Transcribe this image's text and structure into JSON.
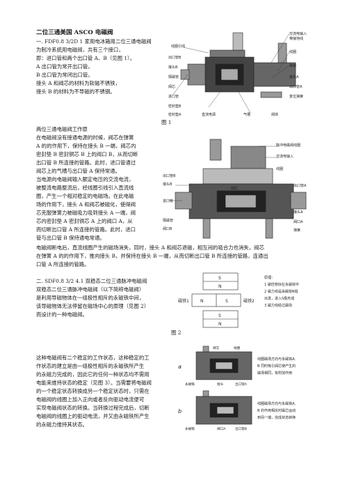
{
  "title": "二位三通美国 ASCO 电磁阀",
  "sec1": [
    "一.   FDF0.8  3/2D 1  家用电冰箱用二位三通电磁阀",
    "为制冷系统用电磁阀，共有三个接口，",
    "即：进口管和两个出口管 A、B（见图 1）。",
    "A 出口管为常开出口管。",
    "B 出口管为常闭出口管。",
    "接头 A 和阀芯的材料为软磁不锈铁，",
    "接头 B 的材料为不导磁的不锈钢。"
  ],
  "fig1_caption": "图 1",
  "fig1_labels": [
    "线圈引线",
    "交流电输入",
    "带接地线",
    "线圈",
    "骨架",
    "出口管B",
    "接头B",
    "隔磁管",
    "阀芯",
    "进口管",
    "接头A",
    "出口管A",
    "复位弹簧",
    "密封垫B",
    "密封垫A",
    "直流电源",
    "气槽",
    "阀体"
  ],
  "sec_work": [
    "两位三通电磁阀工作原",
    "在电磁阀没有接通电源的时候，阀芯在弹簧",
    "A 的的作用下，保持在接头 B 一端，阀芯内",
    "密封垫 B 密封铜芯 B 上的阀口 B，从而切断",
    "出口管 B 所连接的管路。此时，进口管通过",
    "阀芯上的气槽与出口管 A 保持常通。",
    "当电源向电磁阀输入额定电压的交流电流，",
    "被整流电路整流后，经线圈引线引入直流线",
    "圈，产生一个相对稳定的电磁场。在此电磁",
    "场的作用下，接头 A 和阀芯被磁化，使得阀",
    "芯克服弹簧力被磁吸力吸到接头 A 一端，阀",
    "芯内密封垫 A 密封铜芯 A 上的阀口 A，从",
    "而切断出口管 A 所连接的管路。此时，进口",
    "管与出口管 B 保持通电常通。"
  ],
  "sec_off": [
    "电磁阀断电后，直流线圈产生的磁场消失，同时，接头 A 和阀芯退磁，相互间的吸合力也消失，阀芯",
    "在弹簧 A 的的作用下，推向接头 B，并保持在接头 B 一端，从而切断出口管 B 所连接的管路，连通出",
    "口管 A 所连接的管路。"
  ],
  "fig_b_labels": [
    "脉冲电磁阀线圈",
    "交流电输入",
    "线圈",
    "接头B",
    "出口管B",
    "进口管",
    "出口管A",
    "接头A",
    "阀芯",
    "隔磁管",
    "阀口B",
    "阀口A",
    "弹簧"
  ],
  "sec2": [
    "二.   SDF0.8 3/2 4.1 双稳态二位三通脉冲电磁阀",
    "双稳态二位三通脉冲电磁阀（以下简称电磁阀）",
    "是利用导磁物体在一组极性相斥的永磁铁中间，",
    "该导磁物体无法停留在磁场中心的原理（见图 2）",
    "而设计的一种电磁阀。"
  ],
  "fig2_caption": "图 2",
  "fig2_labels": [
    "磁铁1",
    "磁铁2",
    "S",
    "N",
    "N",
    "S",
    "S",
    "N"
  ],
  "fig2_notes": [
    "原理：",
    "1 磁性物块在永磁铁中",
    "2 磁力线是由磁铁N极",
    "  出发，进入S极形成",
    "3 磁力线经过磁场"
  ],
  "sec3": [
    "这种电磁阀有二个稳定的工作状态，这种稳定的工",
    "作状态的建立是由一组极性相斥的永磁铁所产生",
    "的永磁力完成的，因此它的任何一种状态均不需用",
    "电能来维持状态的稳定（见图 3）。当需要将电磁阀",
    "的一个稳定状态转换成另一个稳定状态时，只需在",
    "电磁阀的线圈上加入正向或者反向驱动电流便可",
    "实现电磁阀状态的转换。当转换过程完成后，切断",
    "电磁阀的线圈上的驱动电流，并又由永磁铁所产生",
    "的永磁力维持其状态。"
  ],
  "fig3_labels": [
    "a",
    "b",
    "阀芯",
    "线圈",
    "永磁铁",
    "接头",
    "永磁铁",
    "阀口A",
    "出口管A",
    "出口管B"
  ],
  "fig3_notes_a": [
    "线圈磁场方向与永磁铁A,",
    "B 同时吸引阀芯使产生的",
    "磁场相同，有附加作用"
  ],
  "fig3_notes_b": [
    "线圈磁场方向与永磁铁A,",
    "B 的作用相反时磁芯运动",
    "到另一端，完成状态转换"
  ]
}
